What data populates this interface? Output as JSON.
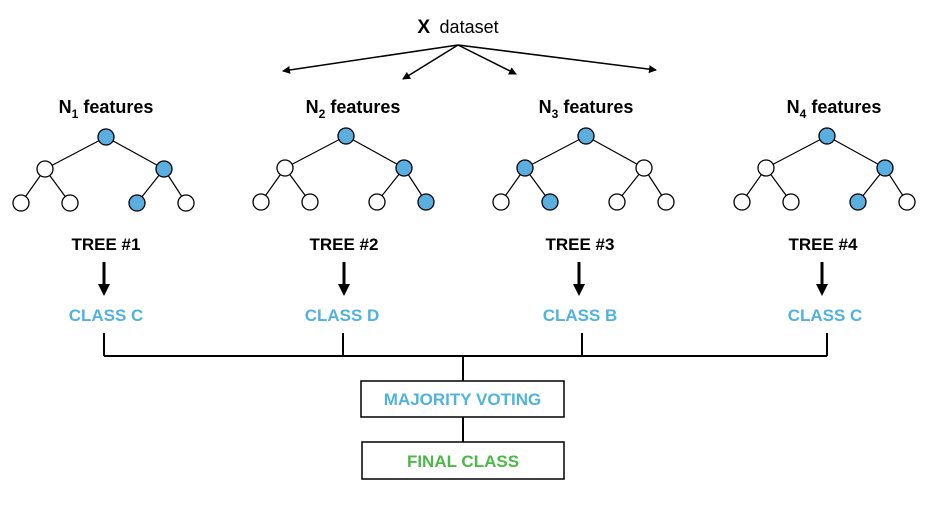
{
  "dataset": {
    "prefix": "X",
    "label": "dataset"
  },
  "trees": [
    {
      "feature_base": "N",
      "feature_sub": "1",
      "feature_word": "features",
      "tree_label": "TREE #1",
      "class_label": "CLASS C",
      "highlight": [
        0,
        2,
        5
      ]
    },
    {
      "feature_base": "N",
      "feature_sub": "2",
      "feature_word": "features",
      "tree_label": "TREE #2",
      "class_label": "CLASS D",
      "highlight": [
        0,
        2,
        6
      ]
    },
    {
      "feature_base": "N",
      "feature_sub": "3",
      "feature_word": "features",
      "tree_label": "TREE #3",
      "class_label": "CLASS B",
      "highlight": [
        0,
        1,
        4
      ]
    },
    {
      "feature_base": "N",
      "feature_sub": "4",
      "feature_word": "features",
      "tree_label": "TREE #4",
      "class_label": "CLASS C",
      "highlight": [
        0,
        2,
        5
      ]
    }
  ],
  "majority_label": "MAJORITY VOTING",
  "final_label": "FINAL CLASS",
  "colors": {
    "node_fill": "#5BAEE0",
    "node_empty": "#ffffff",
    "stroke": "#000000",
    "class_text": "#4FB3DC",
    "final_text": "#4CB848"
  }
}
